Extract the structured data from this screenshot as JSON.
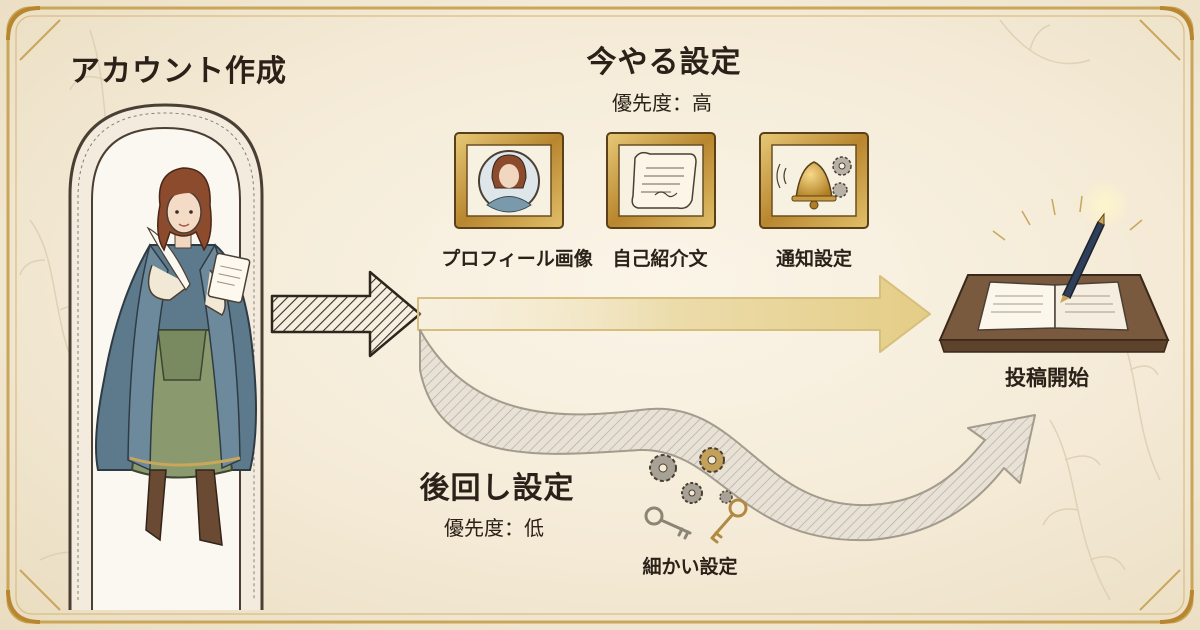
{
  "start": {
    "title": "アカウント作成"
  },
  "priority_high": {
    "title": "今やる設定",
    "priority": "優先度：高",
    "items": [
      {
        "label": "プロフィール画像",
        "icon": "profile-portrait-icon"
      },
      {
        "label": "自己紹介文",
        "icon": "scroll-document-icon"
      },
      {
        "label": "通知設定",
        "icon": "bell-gears-icon"
      }
    ]
  },
  "priority_low": {
    "title": "後回し設定",
    "priority": "優先度：低",
    "item_label": "細かい設定",
    "item_icon": "gears-keys-icon"
  },
  "goal": {
    "title": "投稿開始",
    "icon": "open-book-pen-icon"
  },
  "colors": {
    "background": "#f4ead6",
    "frame_gold": "#c9a65a",
    "text": "#2b2118",
    "arrow_high": "#e6d29a",
    "arrow_low": "#c8c2b6",
    "cloak_blue": "#5d7a8c",
    "dress_green": "#8a9a6e"
  }
}
